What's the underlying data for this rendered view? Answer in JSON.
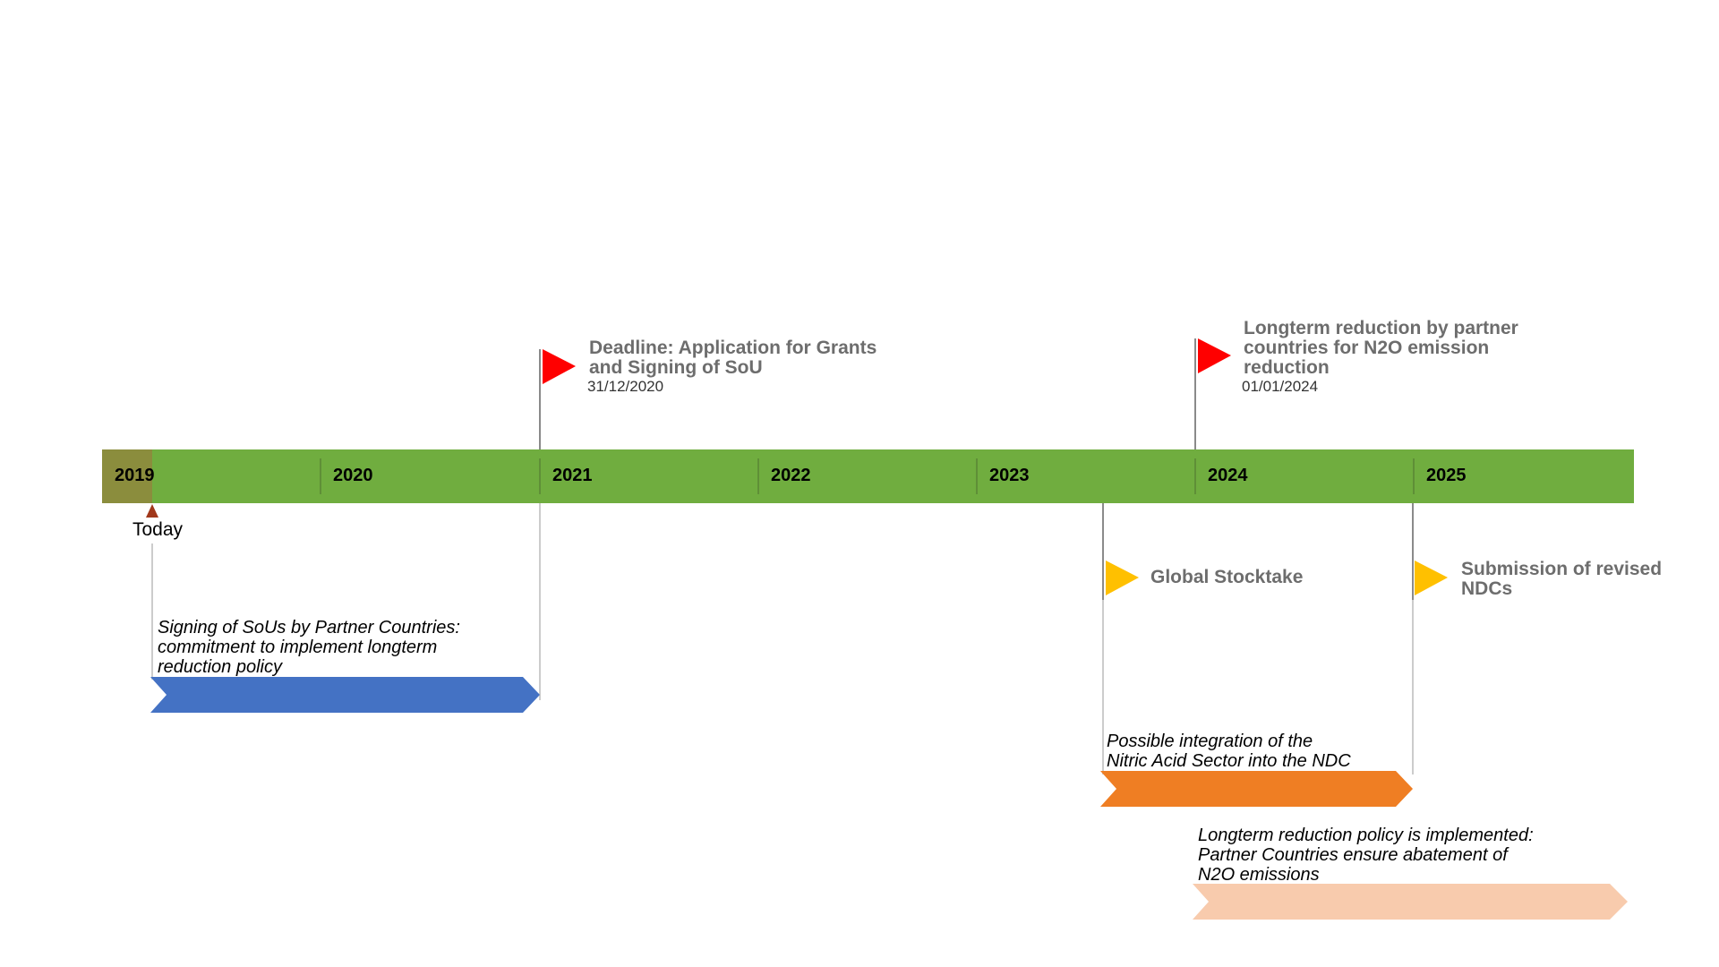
{
  "colors": {
    "timeline": "#70ad3f",
    "today_shade": "#8b8d3d",
    "today_marker": "#a1381b",
    "milestone_red": "#ff0000",
    "milestone_yellow": "#ffc000",
    "task_blue": "#4472c4",
    "task_orange": "#ef7e23",
    "task_peach": "#f8cbad",
    "divider": "#5f8f37",
    "connector_dark": "#8a8a8a",
    "connector_light": "#cccccc"
  },
  "timeline": {
    "years": [
      "2019",
      "2020",
      "2021",
      "2022",
      "2023",
      "2024",
      "2025"
    ]
  },
  "today": {
    "label": "Today"
  },
  "milestones": [
    {
      "title": "Deadline: Application for Grants\nand Signing of SoU",
      "date": "31/12/2020",
      "icon": "red-flag-icon"
    },
    {
      "title": "Longterm reduction by partner\ncountries for N2O emission\nreduction",
      "date": "01/01/2024",
      "icon": "red-flag-icon"
    },
    {
      "title": "Global Stocktake",
      "date": "",
      "icon": "yellow-flag-icon"
    },
    {
      "title": "Submission of revised\nNDCs",
      "date": "",
      "icon": "yellow-flag-icon"
    }
  ],
  "tasks": [
    {
      "label": "Signing of SoUs by Partner Countries:\ncommitment to implement longterm\nreduction policy",
      "color": "#4472c4"
    },
    {
      "label": "Possible integration of the\nNitric Acid Sector into the NDC",
      "color": "#ef7e23"
    },
    {
      "label": "Longterm reduction policy is implemented:\nPartner Countries ensure abatement of\nN2O emissions",
      "color": "#f8cbad"
    }
  ]
}
